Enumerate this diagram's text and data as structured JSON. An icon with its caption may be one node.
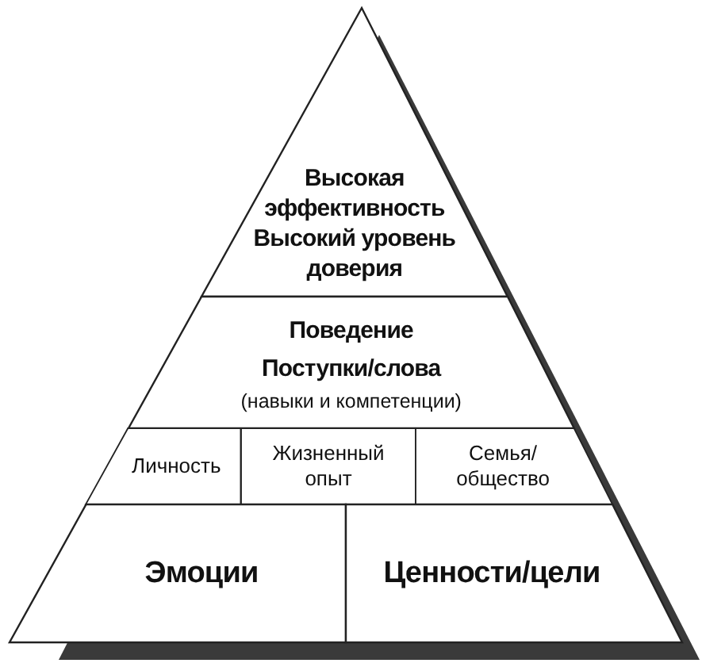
{
  "diagram": {
    "nodes": [
      {
        "text": [
          "Высокая эффективность",
          "Высокий уровень доверия"
        ]
      },
      {
        "text": [
          "Поведение",
          "Поступки/слова",
          "(навыки и компетенции)"
        ]
      },
      {
        "text": [
          "Личность"
        ]
      },
      {
        "text": [
          "Жизненный опыт"
        ]
      },
      {
        "text": [
          "Семья/ общество"
        ]
      },
      {
        "text": [
          "Эмоции"
        ]
      },
      {
        "text": [
          "Ценности/цели"
        ]
      }
    ]
  }
}
